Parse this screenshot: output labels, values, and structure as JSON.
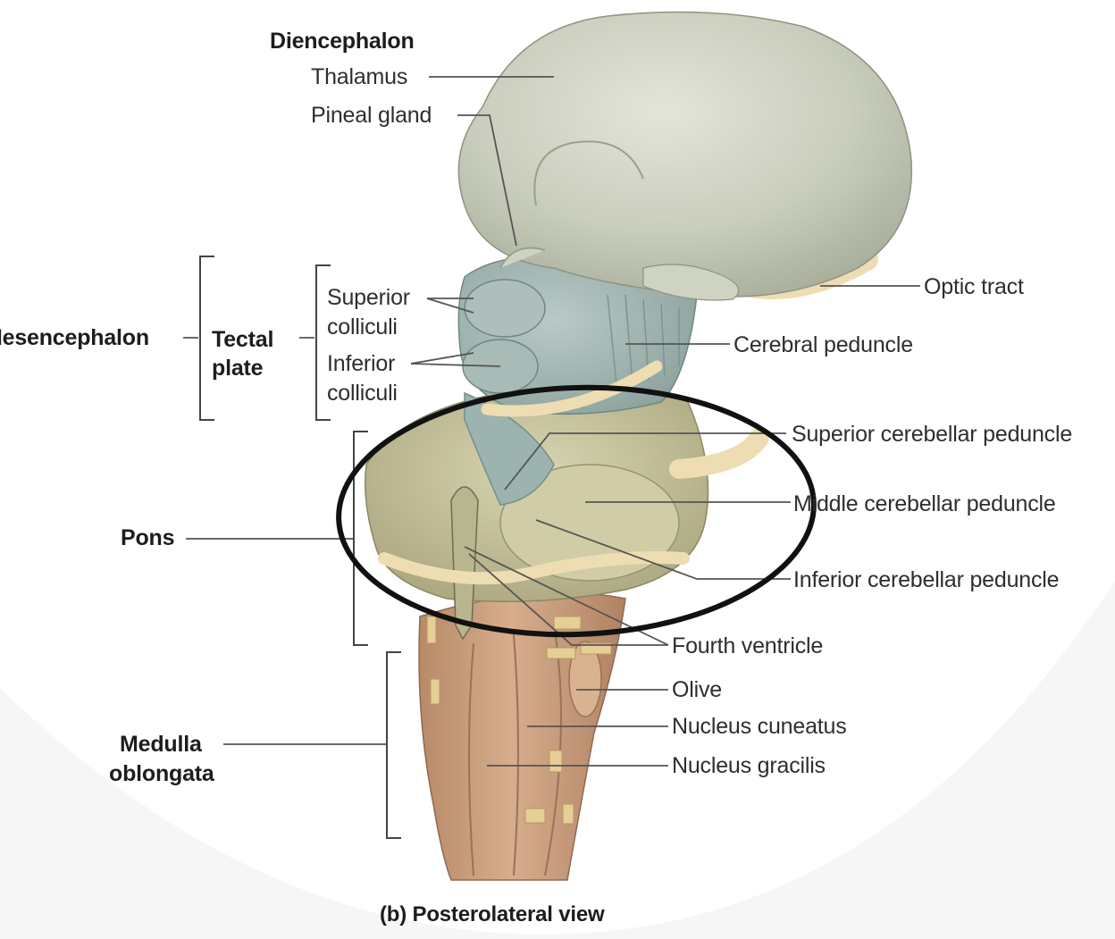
{
  "figure": {
    "caption": "(b) Posterolateral view",
    "colors": {
      "diencephalon": "#c9cdbd",
      "midbrain": "#9fb2ae",
      "pons": "#c4c09a",
      "medulla": "#c79c7c",
      "nerve": "#eedcb2",
      "leader_line": "#555555",
      "highlight_ellipse": "#111111"
    },
    "highlight_ellipse": "hand-drawn black ellipse circling the cerebellar peduncles"
  },
  "labels": {
    "diencephalon": "Diencephalon",
    "thalamus": "Thalamus",
    "pineal_gland": "Pineal gland",
    "mesencephalon": "Mesencephalon",
    "tectal_plate_line1": "Tectal",
    "tectal_plate_line2": "plate",
    "superior_colliculi_line1": "Superior",
    "superior_colliculi_line2": "colliculi",
    "inferior_colliculi_line1": "Inferior",
    "inferior_colliculi_line2": "colliculi",
    "pons": "Pons",
    "medulla_line1": "Medulla",
    "medulla_line2": "oblongata",
    "optic_tract": "Optic tract",
    "cerebral_peduncle": "Cerebral peduncle",
    "superior_cerebellar_peduncle": "Superior cerebellar peduncle",
    "middle_cerebellar_peduncle": "Middle cerebellar peduncle",
    "inferior_cerebellar_peduncle": "Inferior cerebellar peduncle",
    "fourth_ventricle": "Fourth ventricle",
    "olive": "Olive",
    "nucleus_cuneatus": "Nucleus cuneatus",
    "nucleus_gracilis": "Nucleus gracilis"
  }
}
